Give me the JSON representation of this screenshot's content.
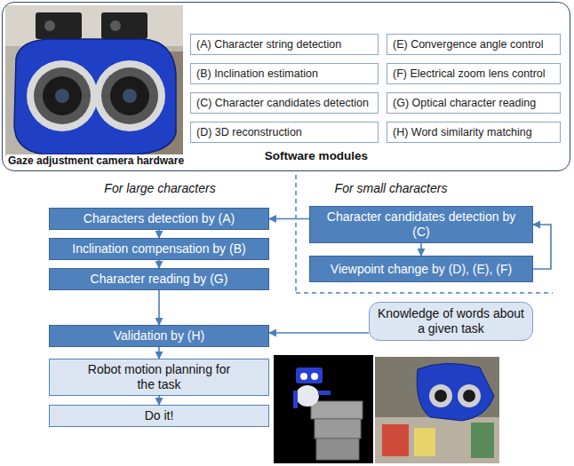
{
  "diagram": {
    "nodes": [
      {
        "text": [
          "Gaze adjustment camera hardware",
          "Software modules"
        ]
      },
      {
        "text": [
          "(A) Character string detection"
        ],
        "in": 0
      },
      {
        "text": [
          "(B) Inclination estimation"
        ],
        "in": 0
      },
      {
        "text": [
          "(C) Character candidates detection"
        ],
        "in": 0
      },
      {
        "text": [
          "(D) 3D reconstruction"
        ],
        "in": 0
      },
      {
        "text": [
          "(E) Convergence angle control"
        ],
        "in": 0
      },
      {
        "text": [
          "(F) Electrical zoom lens control"
        ],
        "in": 0
      },
      {
        "text": [
          "(G) Optical character reading"
        ],
        "in": 0
      },
      {
        "text": [
          "(H) Word similarity matching"
        ],
        "in": 0
      },
      {
        "text": [
          "Characters detection by (A)"
        ]
      },
      {
        "text": [
          "Inclination compensation by (B)"
        ]
      },
      {
        "text": [
          "Character reading by (G)"
        ]
      },
      {
        "text": [
          "Validation by (H)"
        ]
      },
      {
        "text": [
          "Robot motion planning for the task"
        ]
      },
      {
        "text": [
          "Do it!"
        ]
      },
      {
        "text": [
          "Character candidates detection by (C)"
        ]
      },
      {
        "text": [
          "Viewpoint change by (D), (E), (F)"
        ]
      },
      {
        "text": [
          "Knowledge of words about a given task"
        ]
      }
    ],
    "edges": [
      {
        "from": 9,
        "to": 10,
        "arrow": "to"
      },
      {
        "from": 10,
        "to": 11,
        "arrow": "to"
      },
      {
        "from": 11,
        "to": 12,
        "arrow": "to"
      },
      {
        "from": 12,
        "to": 13,
        "arrow": "to"
      },
      {
        "from": 13,
        "to": 14,
        "arrow": "to"
      },
      {
        "from": 15,
        "to": 9,
        "arrow": "to"
      },
      {
        "from": 15,
        "to": 16,
        "arrow": "to"
      },
      {
        "from": 16,
        "to": 15,
        "arrow": "to"
      },
      {
        "from": 17,
        "to": 12,
        "arrow": "to"
      }
    ],
    "labels": [
      "For large characters",
      "For small characters"
    ]
  }
}
